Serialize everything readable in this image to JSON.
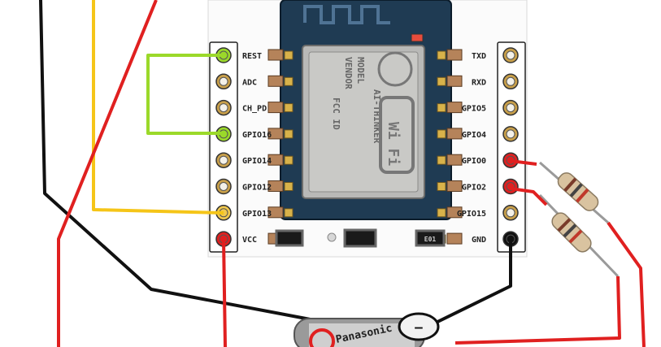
{
  "board": {
    "left_pins": [
      {
        "label": "REST",
        "highlight": "#9bd92a"
      },
      {
        "label": "ADC",
        "highlight": ""
      },
      {
        "label": "CH_PD",
        "highlight": ""
      },
      {
        "label": "GPIO16",
        "highlight": "#9bd92a"
      },
      {
        "label": "GPIO14",
        "highlight": ""
      },
      {
        "label": "GPIO12",
        "highlight": ""
      },
      {
        "label": "GPIO13",
        "highlight": "#f2c94c"
      },
      {
        "label": "VCC",
        "highlight": "#e02020"
      }
    ],
    "right_pins": [
      {
        "label": "TXD",
        "highlight": ""
      },
      {
        "label": "RXD",
        "highlight": ""
      },
      {
        "label": "GPIO5",
        "highlight": ""
      },
      {
        "label": "GPIO4",
        "highlight": ""
      },
      {
        "label": "GPIO0",
        "highlight": "#e02020"
      },
      {
        "label": "GPIO2",
        "highlight": "#e02020"
      },
      {
        "label": "GPIO15",
        "highlight": ""
      },
      {
        "label": "GND",
        "highlight": "#111111"
      }
    ],
    "smd_labels": [
      "",
      "",
      "E01"
    ]
  },
  "module": {
    "chip_text": [
      "MODEL",
      "VENDOR",
      "FCC ID",
      "AI-THINKER"
    ],
    "wifi_text": "Wi Fi"
  },
  "battery": {
    "brand": "Panasonic",
    "terminal": "–"
  },
  "colors": {
    "wire_black": "#111111",
    "wire_yellow": "#f5c518",
    "wire_red": "#e02020",
    "wire_green": "#9bd92a",
    "board": "#ffffff",
    "pin_gold": "#c9a04a",
    "module_blue": "#1f3b53"
  }
}
